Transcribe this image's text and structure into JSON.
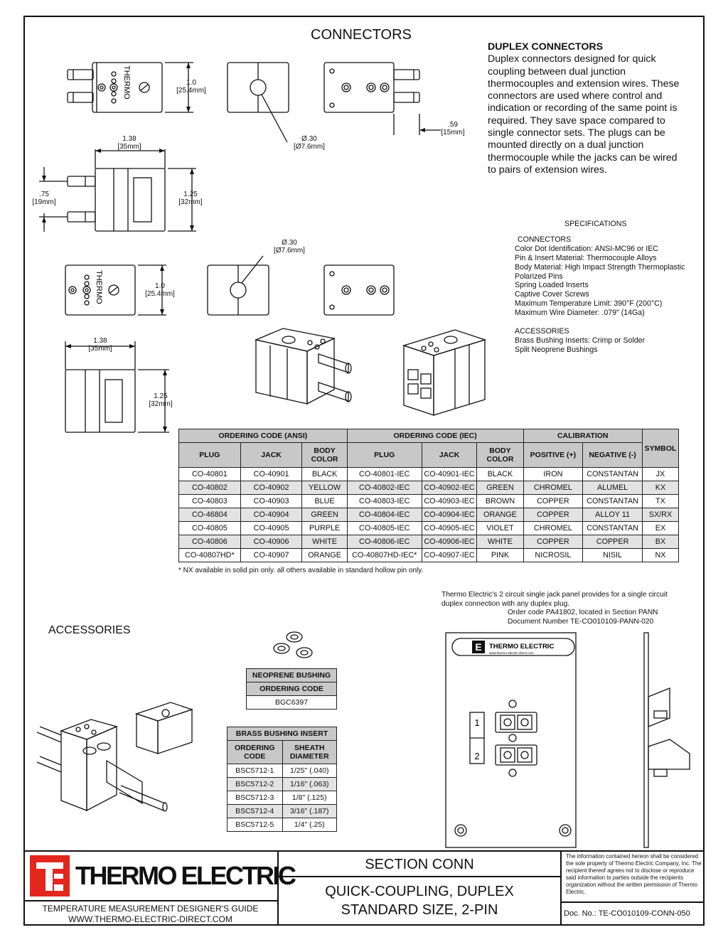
{
  "header": {
    "title": "CONNECTORS"
  },
  "description": {
    "heading": "DUPLEX CONNECTORS",
    "lines": [
      "Duplex connectors designed for quick",
      "coupling between dual junction",
      "thermocouples and extension wires.  These",
      "connectors are used where control and",
      "indication or recording of the same point is",
      "required.  They save space compared to",
      "single connector sets.  The plugs can be",
      "mounted directly on a dual junction",
      "thermocouple while the jacks can be wired",
      "to pairs of extension wires."
    ]
  },
  "specifications": {
    "title": "SPECIFICATIONS",
    "connectors_heading": "CONNECTORS",
    "connectors": [
      "Color Dot Identification: ANSI-MC96 or IEC",
      "Pin & Insert Material: Thermocouple Alloys",
      "Body Material: High Impact Strength Thermoplastic",
      "Polarized Pins",
      "Spring Loaded Inserts",
      "Captive Cover Screws",
      "Maximum Temperature Limit: 390°F (200°C)",
      "Maximum Wire Diameter: .079\" (14Ga)"
    ],
    "accessories_heading": "ACCESSORIES",
    "accessories": [
      "Brass Bushing Inserts: Crimp or Solder",
      "Split Neoprene Bushings"
    ]
  },
  "dimensions": {
    "plug_height": "1.0",
    "plug_height_mm": "[25.4mm]",
    "hole_dia": "Ø.30",
    "hole_dia_mm": "[Ø7.6mm]",
    "pin_len": ".59",
    "pin_len_mm": "[15mm]",
    "width": "1.38",
    "width_mm": "[35mm]",
    "pin_spacing": ".75",
    "pin_spacing_mm": "[19mm]",
    "depth": "1.25",
    "depth_mm": "[32mm]",
    "jack_hole_dia": "Ø.30",
    "jack_hole_dia_mm": "[Ø7.6mm]",
    "jack_height": "1.0",
    "jack_height_mm": "[25.4mm]",
    "jack_width": "1.38",
    "jack_width_mm": "[35mm]",
    "jack_depth": "1.25",
    "jack_depth_mm": "[32mm]",
    "brand_mark": "THERMO"
  },
  "ordering_table": {
    "group_ansi": "ORDERING CODE (ANSI)",
    "group_iec": "ORDERING CODE (IEC)",
    "group_cal": "CALIBRATION",
    "col_symbol": "SYMBOL",
    "col_plug": "PLUG",
    "col_jack": "JACK",
    "col_body": "BODY COLOR",
    "col_pos": "POSITIVE (+)",
    "col_neg": "NEGATIVE (-)",
    "rows": [
      [
        "CO-40801",
        "CO-40901",
        "BLACK",
        "CO-40801-IEC",
        "CO-40901-IEC",
        "BLACK",
        "IRON",
        "CONSTANTAN",
        "JX"
      ],
      [
        "CO-40802",
        "CO-40902",
        "YELLOW",
        "CO-40802-IEC",
        "CO-40902-IEC",
        "GREEN",
        "CHROMEL",
        "ALUMEL",
        "KX"
      ],
      [
        "CO-40803",
        "CO-40903",
        "BLUE",
        "CO-40803-IEC",
        "CO-40903-IEC",
        "BROWN",
        "COPPER",
        "CONSTANTAN",
        "TX"
      ],
      [
        "CO-46804",
        "CO-40904",
        "GREEN",
        "CO-40804-IEC",
        "CO-40904-IEC",
        "ORANGE",
        "COPPER",
        "ALLOY 11",
        "SX/RX"
      ],
      [
        "CO-40805",
        "CO-40905",
        "PURPLE",
        "CO-40805-IEC",
        "CO-40905-IEC",
        "VIOLET",
        "CHROMEL",
        "CONSTANTAN",
        "EX"
      ],
      [
        "CO-40806",
        "CO-40906",
        "WHITE",
        "CO-40806-IEC",
        "CO-40906-IEC",
        "WHITE",
        "COPPER",
        "COPPER",
        "BX"
      ],
      [
        "CO-40807HD*",
        "CO-40907",
        "ORANGE",
        "CO-40807HD-IEC*",
        "CO-40907-IEC",
        "PINK",
        "NICROSIL",
        "NISIL",
        "NX"
      ]
    ],
    "footnote": "* NX available in solid pin only. all others available in standard hollow pin only."
  },
  "accessories": {
    "title": "ACCESSORIES",
    "neoprene": {
      "title": "NEOPRENE BUSHING",
      "subtitle": "ORDERING CODE",
      "code": "BGC6397"
    },
    "brass": {
      "title": "BRASS BUSHING INSERT",
      "col_code": "ORDERING CODE",
      "col_sheath": "SHEATH DIAMETER",
      "rows": [
        [
          "BSC5712-1",
          "1/25\" (.040)"
        ],
        [
          "BSC5712-2",
          "1/16\" (.063)"
        ],
        [
          "BSC5712-3",
          "1/8\" (.125)"
        ],
        [
          "BSC5712-4",
          "3/16\" (.187)"
        ],
        [
          "BSC5712-5",
          "1/4\" (.25)"
        ]
      ]
    }
  },
  "panel": {
    "lines": [
      "Thermo Electric's 2 circuit single jack panel provides for a single circuit",
      "duplex connection with any duplex plug."
    ],
    "order_code": "Order code PA41802, located in Section PANN",
    "doc_number": "Document Number TE-CO010109-PANN-020",
    "label_brand": "THERMO ELECTRIC",
    "label_url": "www.thermo-electric-direct.com",
    "circuit_1": "1",
    "circuit_2": "2"
  },
  "footer": {
    "logo_text": "THERMO ELECTRIC",
    "guide": "TEMPERATURE MEASUREMENT DESIGNER'S GUIDE",
    "url": "WWW.THERMO-ELECTRIC-DIRECT.COM",
    "section": "SECTION CONN",
    "title_line1": "QUICK-COUPLING, DUPLEX",
    "title_line2": "STANDARD SIZE, 2-PIN",
    "legal": "The information contained hereon shall be considered the sole property of Thermo Electric Company, Inc. The recipient thereof agrees not to disclose or reproduce said information to parties outside the recipients organization without the written permission of Thermo Electric.",
    "doc_no": "Doc. No.: TE-CO010109-CONN-050"
  }
}
